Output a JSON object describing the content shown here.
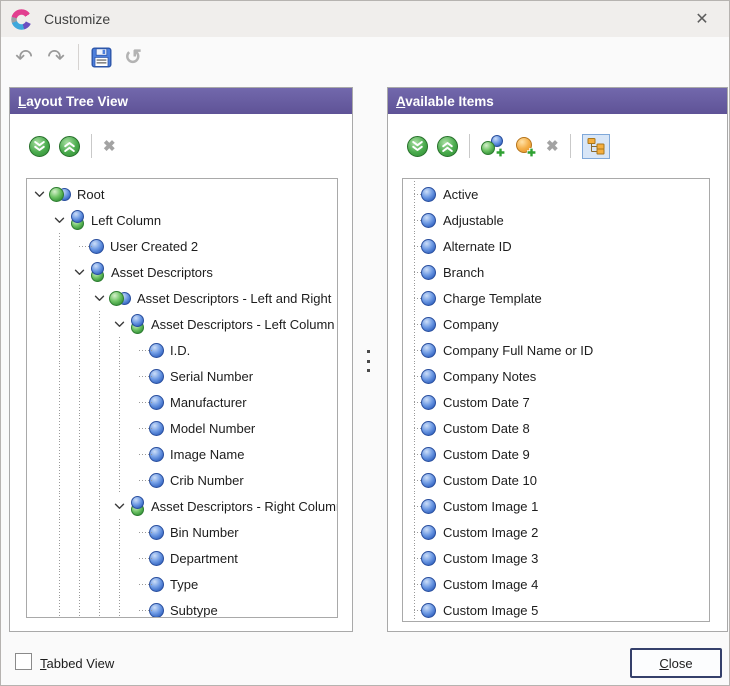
{
  "titlebar": {
    "title": "Customize",
    "logo_icon": "app-logo-c",
    "close_icon": "close-x"
  },
  "toolbar": {
    "buttons": [
      "undo",
      "redo",
      "separator",
      "save",
      "revert"
    ]
  },
  "left_panel": {
    "title_hotkey": "L",
    "title_rest": "ayout Tree View",
    "tools": [
      "move-down",
      "move-up",
      "separator",
      "delete"
    ],
    "tree_rows": [
      {
        "label": "Root",
        "depth": 0,
        "icon": "group-horizontal",
        "expander": true
      },
      {
        "label": "Left Column",
        "depth": 1,
        "icon": "group-vertical",
        "expander": true
      },
      {
        "label": "User Created 2",
        "depth": 2,
        "icon": "item",
        "expander": false
      },
      {
        "label": "Asset Descriptors",
        "depth": 2,
        "icon": "group-vertical",
        "expander": true
      },
      {
        "label": "Asset Descriptors - Left and Right",
        "depth": 3,
        "icon": "group-horizontal",
        "expander": true
      },
      {
        "label": "Asset Descriptors - Left Column",
        "depth": 4,
        "icon": "group-vertical",
        "expander": true
      },
      {
        "label": "I.D.",
        "depth": 5,
        "icon": "item",
        "expander": false
      },
      {
        "label": "Serial Number",
        "depth": 5,
        "icon": "item",
        "expander": false
      },
      {
        "label": "Manufacturer",
        "depth": 5,
        "icon": "item",
        "expander": false
      },
      {
        "label": "Model Number",
        "depth": 5,
        "icon": "item",
        "expander": false
      },
      {
        "label": "Image Name",
        "depth": 5,
        "icon": "item",
        "expander": false
      },
      {
        "label": "Crib Number",
        "depth": 5,
        "icon": "item",
        "expander": false
      },
      {
        "label": "Asset Descriptors - Right Column",
        "depth": 4,
        "icon": "group-vertical",
        "expander": true
      },
      {
        "label": "Bin Number",
        "depth": 5,
        "icon": "item",
        "expander": false
      },
      {
        "label": "Department",
        "depth": 5,
        "icon": "item",
        "expander": false
      },
      {
        "label": "Type",
        "depth": 5,
        "icon": "item",
        "expander": false
      },
      {
        "label": "Subtype",
        "depth": 5,
        "icon": "item",
        "expander": false
      }
    ]
  },
  "right_panel": {
    "title_hotkey": "A",
    "title_rest": "vailable Items",
    "tools": [
      "move-down",
      "move-up",
      "separator",
      "add-item",
      "add-category",
      "delete",
      "separator",
      "tree-view-toggle"
    ],
    "tree_view_toggle_active": true,
    "items": [
      "Active",
      "Adjustable",
      "Alternate ID",
      "Branch",
      "Charge Template",
      "Company",
      "Company Full Name or ID",
      "Company Notes",
      "Custom Date 7",
      "Custom Date 8",
      "Custom Date 9",
      "Custom Date 10",
      "Custom Image 1",
      "Custom Image 2",
      "Custom Image 3",
      "Custom Image 4",
      "Custom Image 5"
    ]
  },
  "footer": {
    "tabbed_view_hotkey": "T",
    "tabbed_view_rest": "abbed View",
    "tabbed_view_checked": false,
    "close_hotkey": "C",
    "close_rest": "lose"
  },
  "colors": {
    "header_purple": "#665a9e",
    "item_blue": "#3566c2",
    "group_green": "#37953a",
    "folder_orange": "#f5ae3d",
    "toggle_bg": "#d8e6f7"
  }
}
